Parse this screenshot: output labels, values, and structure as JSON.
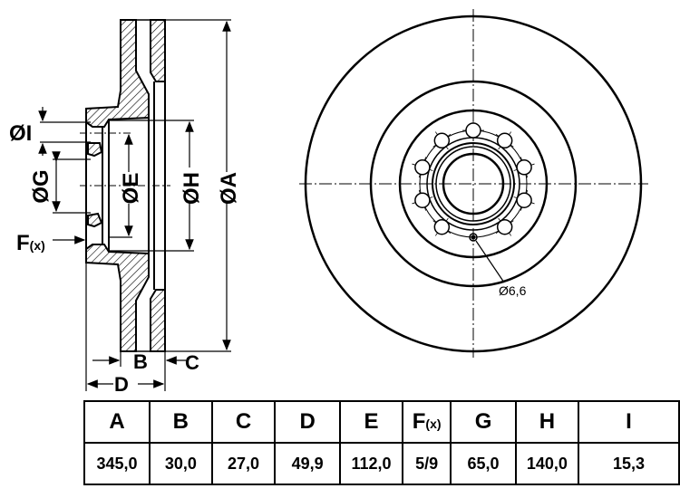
{
  "drawing": {
    "section_labels": {
      "dia_a": "ØA",
      "dia_h": "ØH",
      "dia_e": "ØE",
      "dia_g": "ØG",
      "dia_i": "ØI",
      "f_main": "F",
      "f_sub": "(x)",
      "b": "B",
      "c": "C",
      "d": "D"
    },
    "front_view": {
      "hole_note": "Ø6,6",
      "bolt_holes": 10
    }
  },
  "table": {
    "headers": [
      {
        "main": "A",
        "sub": ""
      },
      {
        "main": "B",
        "sub": ""
      },
      {
        "main": "C",
        "sub": ""
      },
      {
        "main": "D",
        "sub": ""
      },
      {
        "main": "E",
        "sub": ""
      },
      {
        "main": "F",
        "sub": "(x)"
      },
      {
        "main": "G",
        "sub": ""
      },
      {
        "main": "H",
        "sub": ""
      },
      {
        "main": "I",
        "sub": ""
      }
    ],
    "values": [
      "345,0",
      "30,0",
      "27,0",
      "49,9",
      "112,0",
      "5/9",
      "65,0",
      "140,0",
      "15,3"
    ]
  }
}
